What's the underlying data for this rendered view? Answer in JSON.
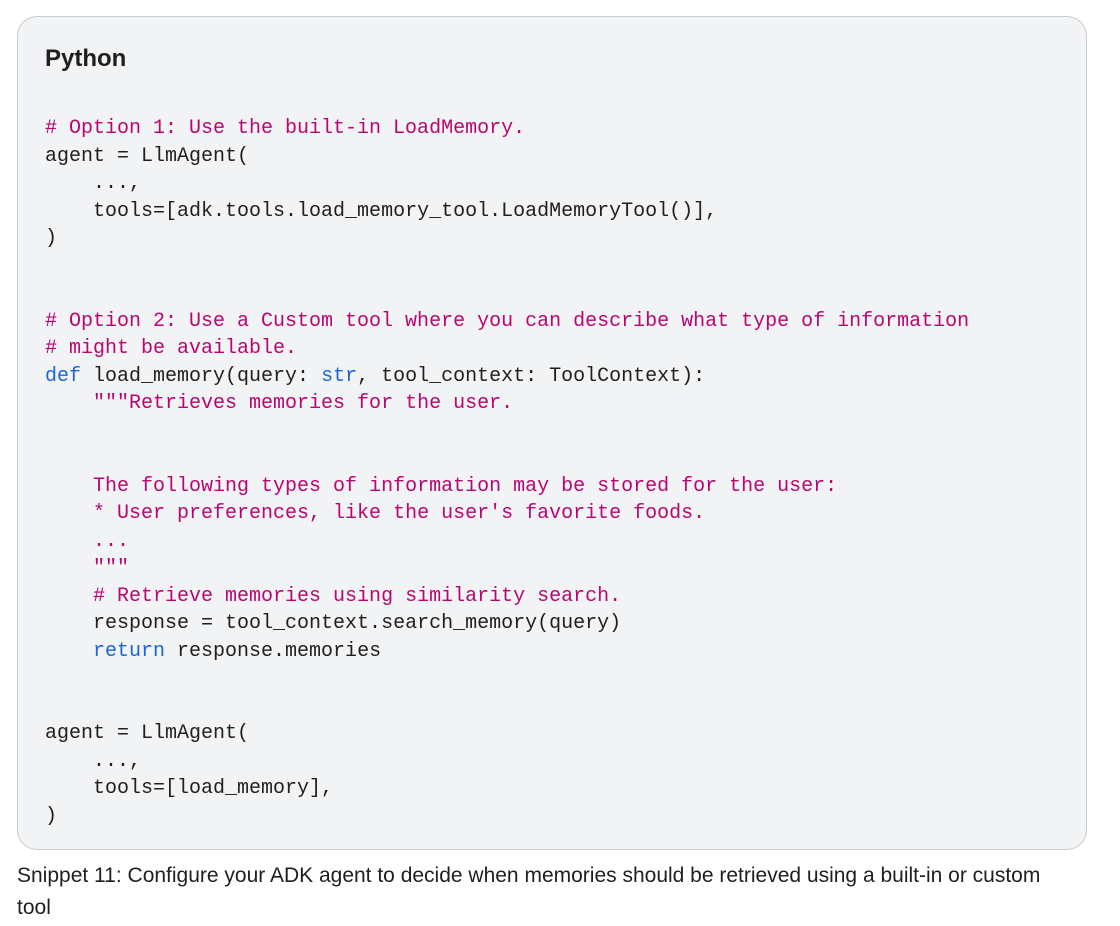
{
  "code_card": {
    "language": "Python",
    "lines": [
      {
        "indent": "",
        "tokens": [
          {
            "t": "comment",
            "v": "# Option 1: Use the built-in LoadMemory."
          }
        ]
      },
      {
        "indent": "",
        "tokens": [
          {
            "t": "plain",
            "v": "agent = LlmAgent("
          }
        ]
      },
      {
        "indent": "    ",
        "tokens": [
          {
            "t": "plain",
            "v": "...,"
          }
        ]
      },
      {
        "indent": "    ",
        "tokens": [
          {
            "t": "plain",
            "v": "tools=[adk.tools.load_memory_tool.LoadMemoryTool()],"
          }
        ]
      },
      {
        "indent": "",
        "tokens": [
          {
            "t": "plain",
            "v": ")"
          }
        ]
      },
      {
        "indent": "",
        "tokens": []
      },
      {
        "indent": "",
        "tokens": []
      },
      {
        "indent": "",
        "tokens": [
          {
            "t": "comment",
            "v": "# Option 2: Use a Custom tool where you can describe what type of information"
          }
        ]
      },
      {
        "indent": "",
        "tokens": [
          {
            "t": "comment",
            "v": "# might be available."
          }
        ]
      },
      {
        "indent": "",
        "tokens": [
          {
            "t": "keyword",
            "v": "def"
          },
          {
            "t": "plain",
            "v": " load_memory(query: "
          },
          {
            "t": "keyword",
            "v": "str"
          },
          {
            "t": "plain",
            "v": ", tool_context: ToolContext):"
          }
        ]
      },
      {
        "indent": "    ",
        "tokens": [
          {
            "t": "string",
            "v": "\"\"\"Retrieves memories for the user."
          }
        ]
      },
      {
        "indent": "",
        "tokens": []
      },
      {
        "indent": "",
        "tokens": []
      },
      {
        "indent": "    ",
        "tokens": [
          {
            "t": "string",
            "v": "The following types of information may be stored for the user:"
          }
        ]
      },
      {
        "indent": "    ",
        "tokens": [
          {
            "t": "string",
            "v": "* User preferences, like the user's favorite foods."
          }
        ]
      },
      {
        "indent": "    ",
        "tokens": [
          {
            "t": "string",
            "v": "..."
          }
        ]
      },
      {
        "indent": "    ",
        "tokens": [
          {
            "t": "string",
            "v": "\"\"\""
          }
        ]
      },
      {
        "indent": "    ",
        "tokens": [
          {
            "t": "comment",
            "v": "# Retrieve memories using similarity search."
          }
        ]
      },
      {
        "indent": "    ",
        "tokens": [
          {
            "t": "plain",
            "v": "response = tool_context.search_memory(query)"
          }
        ]
      },
      {
        "indent": "    ",
        "tokens": [
          {
            "t": "keyword",
            "v": "return"
          },
          {
            "t": "plain",
            "v": " response.memories"
          }
        ]
      },
      {
        "indent": "",
        "tokens": []
      },
      {
        "indent": "",
        "tokens": []
      },
      {
        "indent": "",
        "tokens": [
          {
            "t": "plain",
            "v": "agent = LlmAgent("
          }
        ]
      },
      {
        "indent": "    ",
        "tokens": [
          {
            "t": "plain",
            "v": "...,"
          }
        ]
      },
      {
        "indent": "    ",
        "tokens": [
          {
            "t": "plain",
            "v": "tools=[load_memory],"
          }
        ]
      },
      {
        "indent": "",
        "tokens": [
          {
            "t": "plain",
            "v": ")"
          }
        ]
      }
    ]
  },
  "caption": {
    "text": "Snippet 11: Configure your ADK agent to decide when memories should be retrieved using a built-in or custom tool"
  },
  "colors": {
    "comment": "#b80672",
    "keyword": "#1967d2",
    "text": "#1f1f1f",
    "card_background": "#f1f3f4"
  }
}
